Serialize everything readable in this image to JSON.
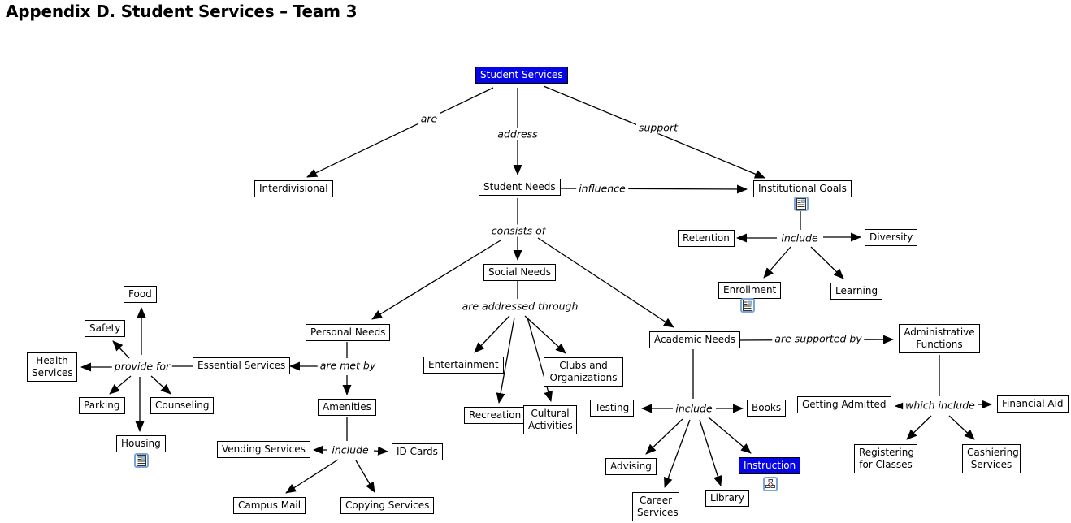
{
  "title": "Appendix D. Student Services – Team 3",
  "colors": {
    "highlight_node_bg": "#0505e6",
    "highlight_node_text": "#ffffff",
    "node_border": "#000000",
    "node_bg": "#ffffff",
    "edge_color": "#000000",
    "resource_icon_border": "#7aa5d8"
  },
  "nodes": {
    "student_services": {
      "label": "Student Services"
    },
    "interdivisional": {
      "label": "Interdivisional"
    },
    "student_needs": {
      "label": "Student Needs"
    },
    "institutional_goals": {
      "label": "Institutional Goals"
    },
    "retention": {
      "label": "Retention"
    },
    "diversity": {
      "label": "Diversity"
    },
    "enrollment": {
      "label": "Enrollment"
    },
    "learning": {
      "label": "Learning"
    },
    "social_needs": {
      "label": "Social Needs"
    },
    "personal_needs": {
      "label": "Personal Needs"
    },
    "academic_needs": {
      "label": "Academic Needs"
    },
    "food": {
      "label": "Food"
    },
    "safety": {
      "label": "Safety"
    },
    "health_services": {
      "label": "Health Services"
    },
    "essential_services": {
      "label": "Essential Services"
    },
    "parking": {
      "label": "Parking"
    },
    "counseling": {
      "label": "Counseling"
    },
    "housing": {
      "label": "Housing"
    },
    "amenities": {
      "label": "Amenities"
    },
    "vending_services": {
      "label": "Vending Services"
    },
    "id_cards": {
      "label": "ID Cards"
    },
    "campus_mail": {
      "label": "Campus Mail"
    },
    "copying_services": {
      "label": "Copying Services"
    },
    "entertainment": {
      "label": "Entertainment"
    },
    "clubs_organizations": {
      "label": "Clubs and Organizations"
    },
    "recreation": {
      "label": "Recreation"
    },
    "cultural_activities": {
      "label": "Cultural Activities"
    },
    "testing": {
      "label": "Testing"
    },
    "books": {
      "label": "Books"
    },
    "advising": {
      "label": "Advising"
    },
    "career_services": {
      "label": "Career Services"
    },
    "library": {
      "label": "Library"
    },
    "instruction": {
      "label": "Instruction"
    },
    "administrative_functions": {
      "label": "Administrative Functions"
    },
    "getting_admitted": {
      "label": "Getting Admitted"
    },
    "financial_aid": {
      "label": "Financial Aid"
    },
    "registering_for_classes": {
      "label": "Registering for Classes"
    },
    "cashiering_services": {
      "label": "Cashiering Services"
    }
  },
  "phrases": {
    "are": "are",
    "address": "address",
    "support": "support",
    "influence": "influence",
    "consists_of": "consists of",
    "goals_include": "include",
    "are_addressed_through": "are addressed through",
    "provide_for": "provide for",
    "are_met_by": "are met by",
    "amenities_include": "include",
    "academic_include": "include",
    "are_supported_by": "are supported by",
    "which_include": "which include"
  },
  "icons": {
    "institutional_goals": "resource-document-icon",
    "enrollment": "resource-document-icon",
    "housing": "resource-document-icon",
    "instruction": "linked-concept-map-icon"
  }
}
